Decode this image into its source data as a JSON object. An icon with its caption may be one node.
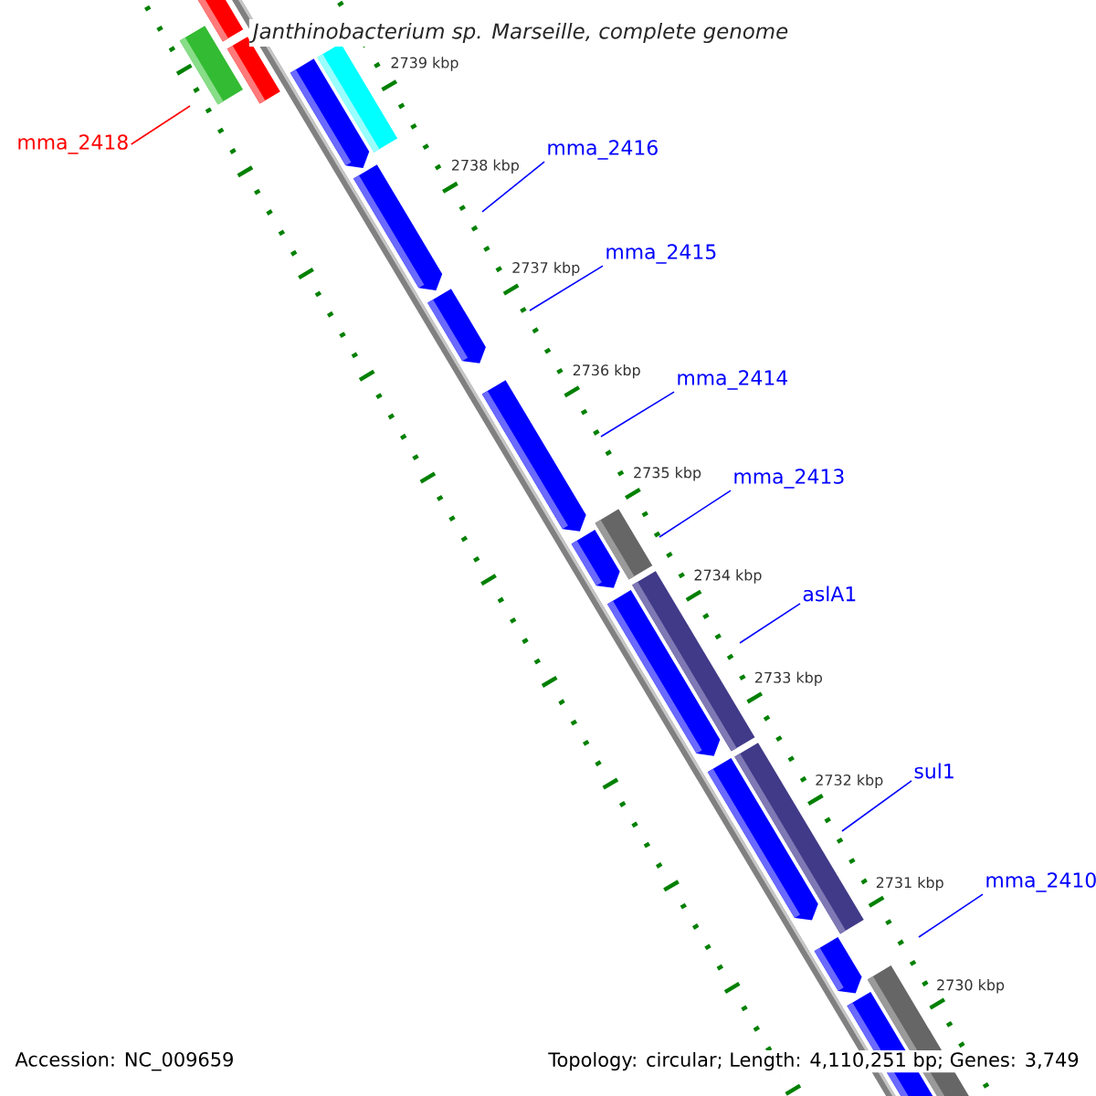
{
  "diagram": {
    "title": "Janthinobacterium sp. Marseille, complete genome",
    "nodes": [
      {
        "text": [
          "mma_2418"
        ]
      },
      {
        "text": [
          "mma_2416"
        ]
      },
      {
        "text": [
          "mma_2415"
        ]
      },
      {
        "text": [
          "mma_2414"
        ]
      },
      {
        "text": [
          "mma_2413"
        ]
      },
      {
        "text": [
          "aslA1"
        ]
      },
      {
        "text": [
          "sul1"
        ]
      },
      {
        "text": [
          "mma_2410"
        ]
      }
    ],
    "edges": [
      {
        "from": 0,
        "to": null,
        "arrow": "none",
        "color": "#ff0000"
      },
      {
        "from": 1,
        "to": null,
        "arrow": "none"
      },
      {
        "from": 2,
        "to": null,
        "arrow": "none"
      },
      {
        "from": 3,
        "to": null,
        "arrow": "none"
      },
      {
        "from": 4,
        "to": null,
        "arrow": "none"
      },
      {
        "from": 5,
        "to": null,
        "arrow": "none"
      },
      {
        "from": 6,
        "to": null,
        "arrow": "none"
      },
      {
        "from": 7,
        "to": null,
        "arrow": "none"
      }
    ],
    "labels": [
      "2739 kbp",
      "2738 kbp",
      "2737 kbp",
      "2736 kbp",
      "2735 kbp",
      "2734 kbp",
      "2733 kbp",
      "2732 kbp",
      "2731 kbp",
      "2730 kbp",
      "Accession: NC_009659",
      "Topology: circular; Length: 4,110,251 bp; Genes: 3,749"
    ]
  }
}
